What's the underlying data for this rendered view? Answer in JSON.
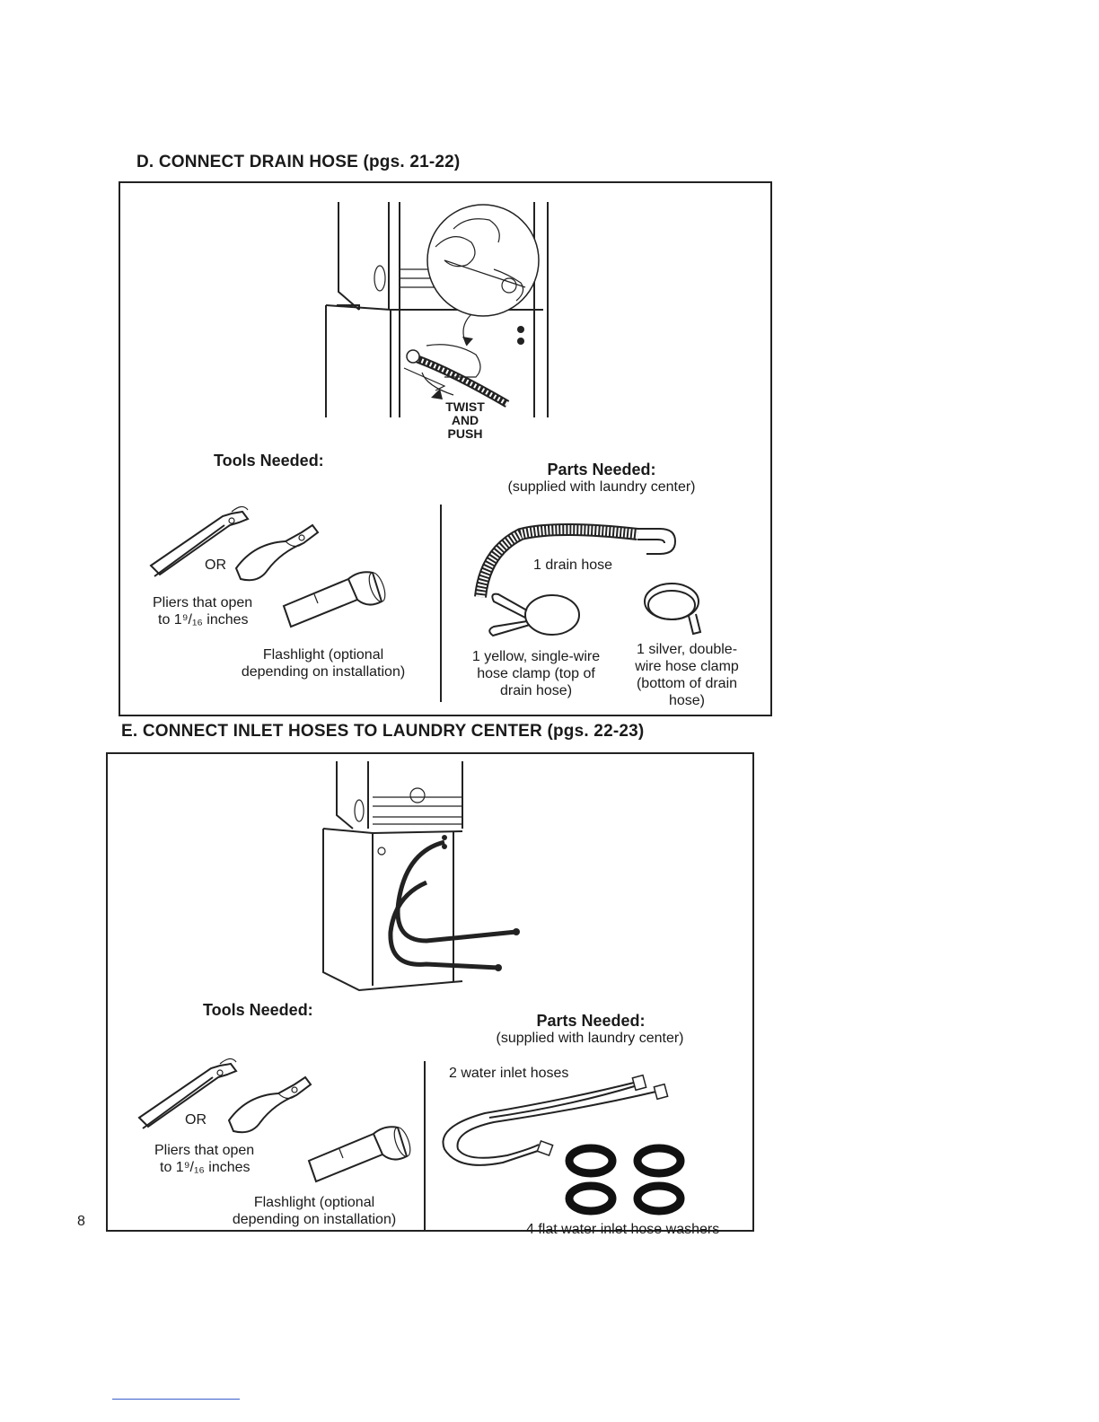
{
  "page_number": "8",
  "section_d": {
    "heading": "D. CONNECT DRAIN HOSE (pgs. 21-22)",
    "figure_label": [
      "TWIST",
      "AND",
      "PUSH"
    ],
    "tools": {
      "title": "Tools Needed:",
      "or": "OR",
      "pliers": [
        "Pliers that open",
        "to 1⁹/₁₆ inches"
      ],
      "flashlight": [
        "Flashlight (optional",
        "depending on installation)"
      ]
    },
    "parts": {
      "title": "Parts Needed:",
      "subtitle": "(supplied with laundry center)",
      "drain_hose": "1 drain hose",
      "yellow_clamp": [
        "1 yellow, single-wire",
        "hose clamp (top of",
        "drain hose)"
      ],
      "silver_clamp": [
        "1 silver, double-",
        "wire hose clamp",
        "(bottom of drain",
        "hose)"
      ]
    }
  },
  "section_e": {
    "heading": "E. CONNECT INLET HOSES TO LAUNDRY CENTER (pgs. 22-23)",
    "tools": {
      "title": "Tools Needed:",
      "or": "OR",
      "pliers": [
        "Pliers that open",
        "to 1⁹/₁₆ inches"
      ],
      "flashlight": [
        "Flashlight (optional",
        "depending on installation)"
      ]
    },
    "parts": {
      "title": "Parts Needed:",
      "subtitle": "(supplied with laundry center)",
      "inlet_hoses": "2 water inlet hoses",
      "washers": "4 flat water inlet hose washers"
    }
  }
}
